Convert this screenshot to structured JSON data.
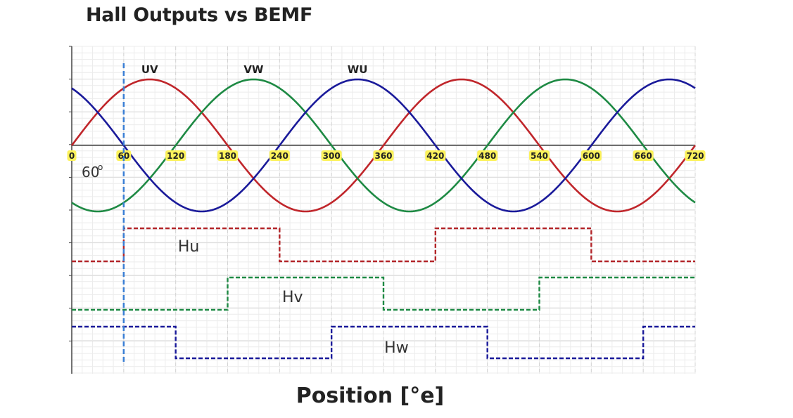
{
  "title": "Hall Outputs vs BEMF",
  "chart_data": {
    "type": "line",
    "title": "Hall Outputs vs BEMF",
    "xlabel": "Position [°e]",
    "ylabel": "",
    "xlim": [
      0,
      720
    ],
    "xticks": [
      0,
      60,
      120,
      180,
      240,
      300,
      360,
      420,
      480,
      540,
      600,
      660,
      720
    ],
    "tick_labels": [
      "0",
      "60",
      "120",
      "180",
      "240",
      "300",
      "360",
      "420",
      "480",
      "540",
      "600",
      "660",
      "720"
    ],
    "grid": true,
    "bemf_series": [
      {
        "name": "UV",
        "color": "#c0262b",
        "amplitude": 1,
        "phase_deg": 0,
        "label_x": 90
      },
      {
        "name": "VW",
        "color": "#1e8a44",
        "amplitude": 1,
        "phase_deg": 120,
        "label_x": 210
      },
      {
        "name": "WU",
        "color": "#1a1a9a",
        "amplitude": 1,
        "phase_deg": 240,
        "label_x": 330
      }
    ],
    "hall_series": [
      {
        "name": "Hu",
        "color": "#b3262a",
        "high_intervals": [
          [
            60,
            240
          ],
          [
            420,
            600
          ]
        ],
        "label_x": 135
      },
      {
        "name": "Hv",
        "color": "#1e8a44",
        "high_intervals": [
          [
            180,
            360
          ],
          [
            540,
            720
          ]
        ],
        "label_x": 255
      },
      {
        "name": "Hw",
        "color": "#1a1a9a",
        "high_intervals": [
          [
            0,
            120
          ],
          [
            300,
            480
          ],
          [
            660,
            720
          ]
        ],
        "label_x": 375
      }
    ],
    "annotations": [
      {
        "text": "60",
        "superscript": "o",
        "x": 60,
        "style": "dashed-vertical",
        "color": "#3a7fd5"
      }
    ]
  }
}
